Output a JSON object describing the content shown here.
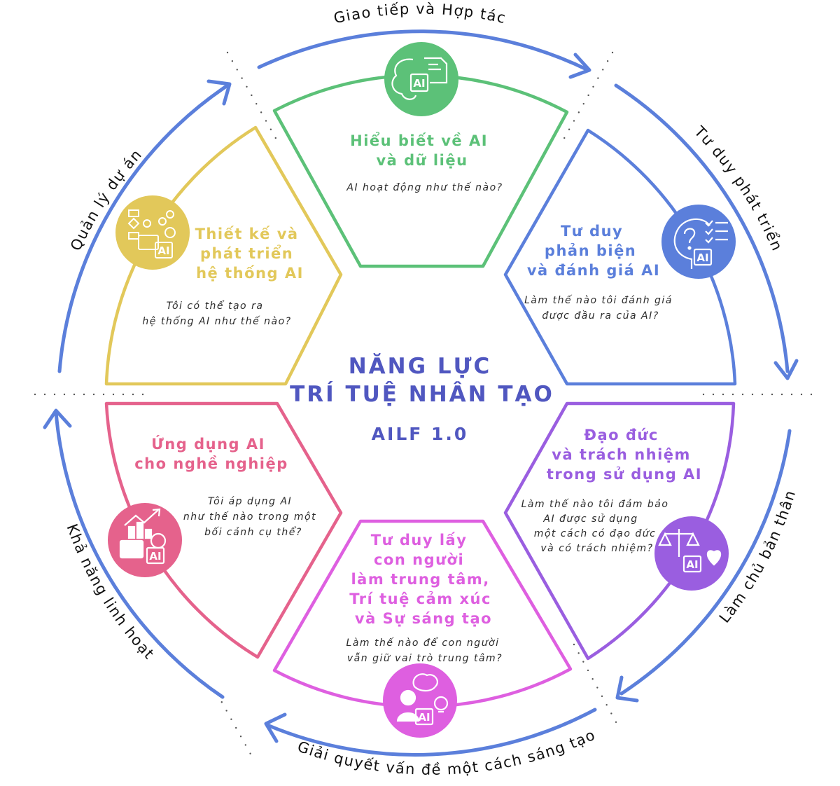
{
  "center": {
    "title_line1": "NĂNG LỰC",
    "title_line2": "TRÍ TUỆ NHÂN TẠO",
    "subtitle": "AILF 1.0",
    "color": "#5057c0"
  },
  "ring_labels": {
    "top": "Giao tiếp và Hợp tác",
    "top_right": "Tư duy phát triển",
    "bottom_right": "Làm chủ bản thân",
    "bottom": "Giải quyết vấn đề một cách sáng tạo",
    "bottom_left": "Khả năng linh hoạt",
    "top_left": "Quản lý dự án",
    "arrow_color": "#5b7fdb"
  },
  "sectors": [
    {
      "id": "ai-literacy",
      "color": "#5cc178",
      "icon": "brain-chip-document-icon",
      "icon_label": "AI",
      "title_lines": [
        "Hiểu biết về AI",
        "và dữ liệu"
      ],
      "question_lines": [
        "AI hoạt động như thế nào?"
      ]
    },
    {
      "id": "critical-thinking",
      "color": "#5b7fdb",
      "icon": "head-question-checklist-icon",
      "icon_label": "AI",
      "title_lines": [
        "Tư duy",
        "phản biện",
        "và đánh giá AI"
      ],
      "question_lines": [
        "Làm thế nào tôi đánh giá",
        "được đầu ra của AI?"
      ]
    },
    {
      "id": "ethics",
      "color": "#9a5ee0",
      "icon": "scales-heart-chip-icon",
      "icon_label": "AI",
      "title_lines": [
        "Đạo đức",
        "và trách nhiệm",
        "trong sử dụng AI"
      ],
      "question_lines": [
        "Làm thế nào tôi đảm bảo",
        "AI được sử dụng",
        "một cách có đạo đức",
        "và có trách nhiệm?"
      ]
    },
    {
      "id": "human-centered",
      "color": "#de5fe0",
      "icon": "person-brain-lightbulb-icon",
      "icon_label": "AI",
      "title_lines": [
        "Tư duy lấy",
        "con người",
        "làm trung tâm,",
        "Trí tuệ cảm xúc",
        "và Sự sáng tạo"
      ],
      "question_lines": [
        "Làm thế nào để con người",
        "vẫn giữ vai trò trung tâm?"
      ]
    },
    {
      "id": "professional-application",
      "color": "#e5628c",
      "icon": "chart-briefcase-gear-icon",
      "icon_label": "AI",
      "title_lines": [
        "Ứng dụng AI",
        "cho nghề nghiệp"
      ],
      "question_lines": [
        "Tôi áp dụng AI",
        "như thế nào trong một",
        "bối cảnh cụ thể?"
      ]
    },
    {
      "id": "design-development",
      "color": "#e2c85a",
      "icon": "flowchart-briefcase-gear-icon",
      "icon_label": "AI",
      "title_lines": [
        "Thiết kế và",
        "phát triển",
        "hệ thống AI"
      ],
      "question_lines": [
        "Tôi có thể tạo ra",
        "hệ thống AI như thế nào?"
      ]
    }
  ]
}
